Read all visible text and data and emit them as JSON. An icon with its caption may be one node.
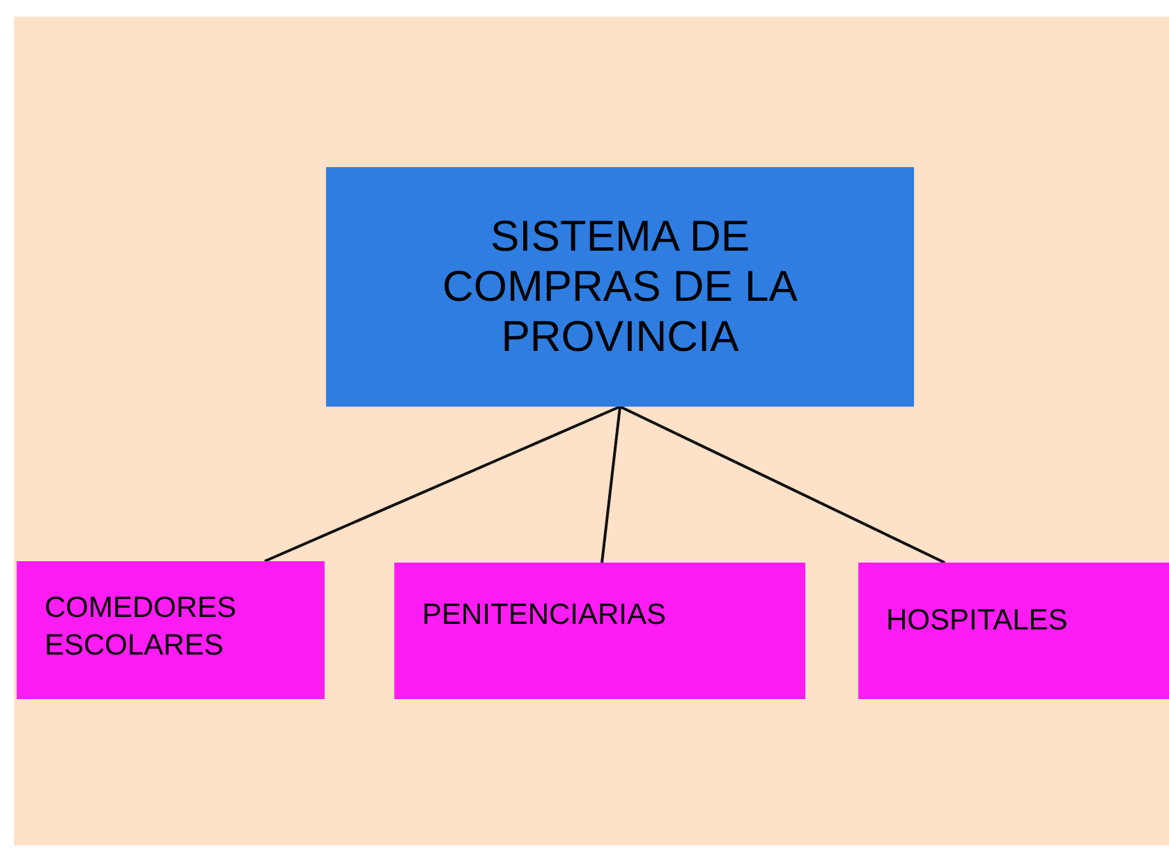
{
  "diagram": {
    "nodes": [
      {
        "text": [
          "SISTEMA DE COMPRAS DE LA PROVINCIA"
        ]
      },
      {
        "text": [
          "COMEDORES ESCOLARES"
        ]
      },
      {
        "text": [
          "PENITENCIARIAS"
        ]
      },
      {
        "text": [
          "HOSPITALES"
        ]
      }
    ],
    "edges": [
      {
        "from": 0,
        "to": 1,
        "arrow": "none"
      },
      {
        "from": 0,
        "to": 2,
        "arrow": "none"
      },
      {
        "from": 0,
        "to": 3,
        "arrow": "none"
      }
    ]
  }
}
